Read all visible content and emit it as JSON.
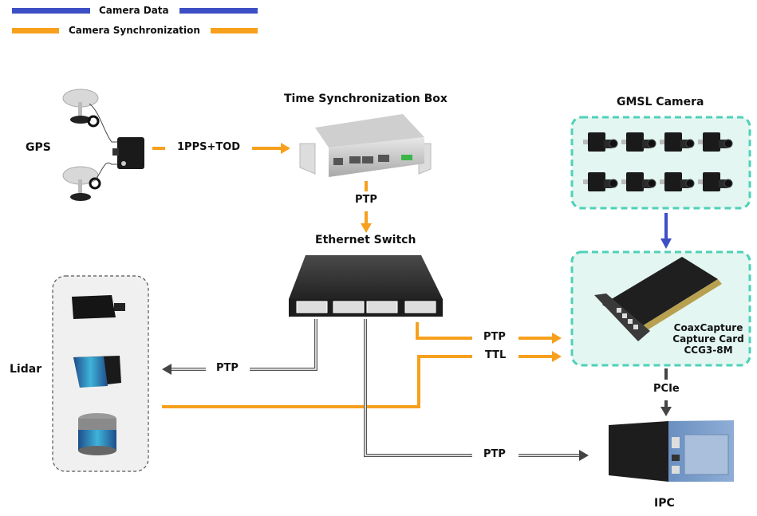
{
  "legend": [
    {
      "label": "Camera  Data",
      "color": "#3d4fc4"
    },
    {
      "label": "Camera  Synchronization",
      "color": "#f7a01e"
    }
  ],
  "colors": {
    "data_line": "#3d4fc4",
    "sync_line": "#f7a01e",
    "network_line": "#555555",
    "group_border_teal": "#4fd1b8",
    "group_fill_teal": "#e3f6f1",
    "group_border_gray": "#555555",
    "group_fill_gray": "#f0f0f0"
  },
  "nodes": {
    "gps": {
      "label": "GPS"
    },
    "time_sync_box": {
      "label": "Time Synchronization Box"
    },
    "ethernet_switch": {
      "label": "Ethernet Switch"
    },
    "gmsl_camera": {
      "label": "GMSL Camera",
      "count": 8
    },
    "capture_card": {
      "label_lines": [
        "CoaxCapture",
        "Capture Card",
        "CCG3-8M"
      ]
    },
    "lidar": {
      "label": "Lidar",
      "count": 3
    },
    "ipc": {
      "label": "IPC"
    }
  },
  "edges": {
    "gps_to_sync": {
      "label": "1PPS+TOD",
      "type": "sync"
    },
    "sync_to_switch": {
      "label": "PTP",
      "type": "sync"
    },
    "switch_to_card_ptp": {
      "label": "PTP",
      "type": "sync"
    },
    "lidar_to_card_ttl": {
      "label": "TTL",
      "type": "sync"
    },
    "switch_to_lidar": {
      "label": "PTP",
      "type": "network"
    },
    "switch_to_ipc": {
      "label": "PTP",
      "type": "network"
    },
    "camera_to_card": {
      "label": "",
      "type": "data"
    },
    "card_to_ipc": {
      "label": "PCIe",
      "type": "network"
    }
  }
}
